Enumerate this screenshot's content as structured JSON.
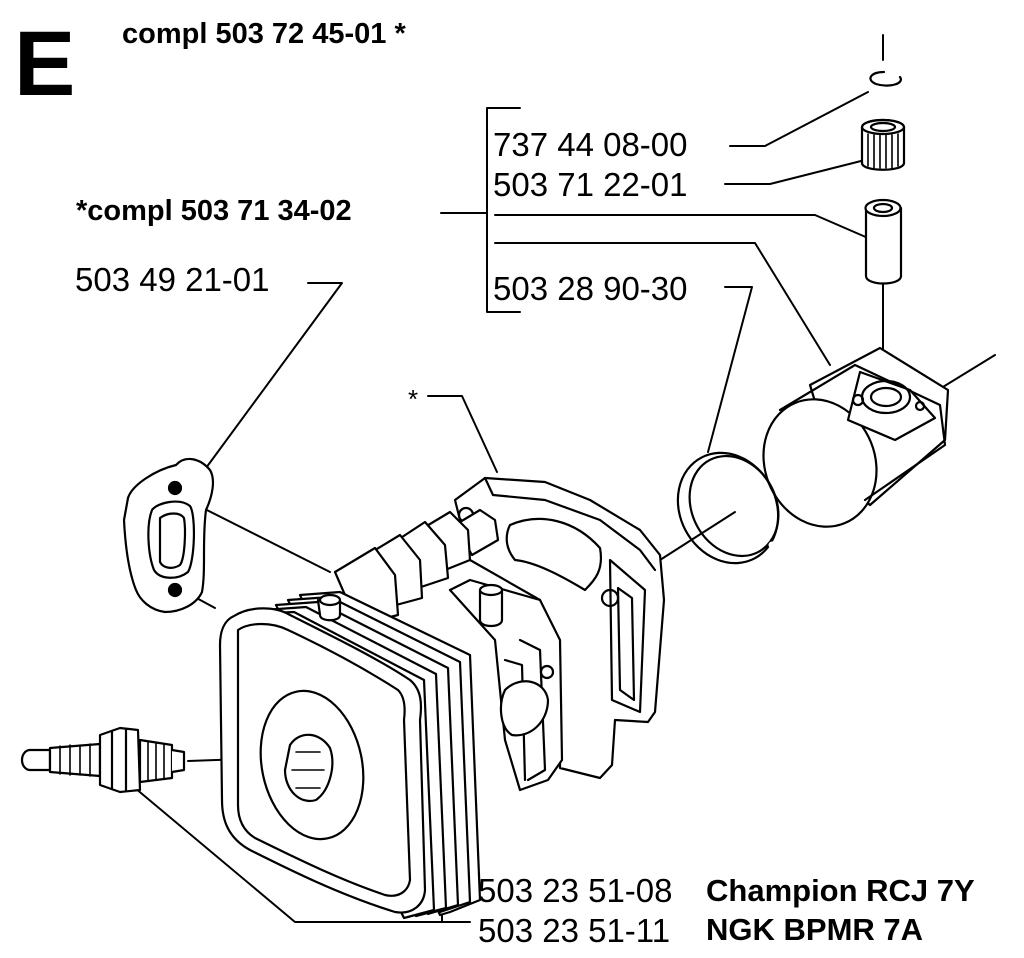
{
  "section_letter": "E",
  "assembly_label": "compl 503 72 45-01 *",
  "subassembly_label": "*compl 503 71 34-02",
  "part_numbers": {
    "retaining_ring": "737 44 08-00",
    "needle_bearing": "503 71 22-01",
    "piston_ring": "503 28 90-30",
    "gasket": "503 49 21-01",
    "cylinder_marker": "*",
    "spark_plug_champion_no": "503 23 51-08",
    "spark_plug_ngk_no": "503 23 51-11"
  },
  "spark_plug_brands": {
    "champion": "Champion RCJ 7Y",
    "ngk": "NGK BPMR 7A"
  },
  "colors": {
    "ink": "#000000",
    "paper": "#ffffff",
    "fill": "#ffffff"
  }
}
